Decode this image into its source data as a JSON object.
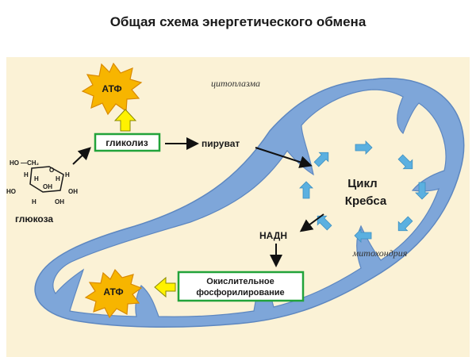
{
  "title": "Общая схема энергетического обмена",
  "labels": {
    "atp_top": "АТФ",
    "atp_bottom": "АТФ",
    "cytoplasm": "цитоплазма",
    "glycolysis": "гликолиз",
    "pyruvate": "пируват",
    "krebs_line1": "Цикл",
    "krebs_line2": "Кребса",
    "nadh": "НАДН",
    "mitochondria": "митохондрия",
    "oxphos_line1": "Окислительное",
    "oxphos_line2": "фосфорилирование",
    "glucose": "глюкоза"
  },
  "glucose_formula": {
    "ho": "HO",
    "ch2": "—CH₂",
    "o": "O",
    "h": "H",
    "oh": "OH"
  },
  "colors": {
    "membrane": "#7ea6d9",
    "membrane_stroke": "#5d87c0",
    "box_border": "#22a33a",
    "star_fill": "#f7b500",
    "star_stroke": "#d98a00",
    "arrow_yellow": "#fff200",
    "cycle_arrow": "#5bb0e0",
    "background": "#fbf2d6"
  }
}
